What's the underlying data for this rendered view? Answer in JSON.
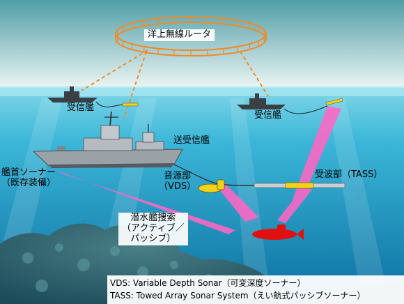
{
  "labels": {
    "router": "洋上無線ルータ",
    "receiver_ship_left": "受信艦",
    "receiver_ship_right": "受信艦",
    "transceiver_ship": "送受信艦",
    "bow_sonar": [
      "艦首ソーナー",
      "（既存装備）"
    ],
    "source": [
      "音源部",
      "（VDS）"
    ],
    "receiver_array": "受波部（TASS）",
    "sub_search": [
      "潜水艦捜索",
      "（アクティブ／",
      "パッシブ）"
    ]
  },
  "footnote": [
    "VDS: Variable Depth Sonar（可変深度ソーナー）",
    "TASS: Towed Array Sonar System（えい航式パッシブソーナー）"
  ],
  "colors": {
    "sky_top": "#4f9ea6",
    "sky_bottom": "#eef6f5",
    "sea_surface": "#7fd6e8",
    "sea_deep": "#0b6fa0",
    "router_ring": "#f08a28",
    "comm_link": "#f08a28",
    "beam": "#ff66c4",
    "submarine": "#e01010",
    "vds_body": "#f2d21a",
    "array_highlight": "#f2d21a"
  }
}
